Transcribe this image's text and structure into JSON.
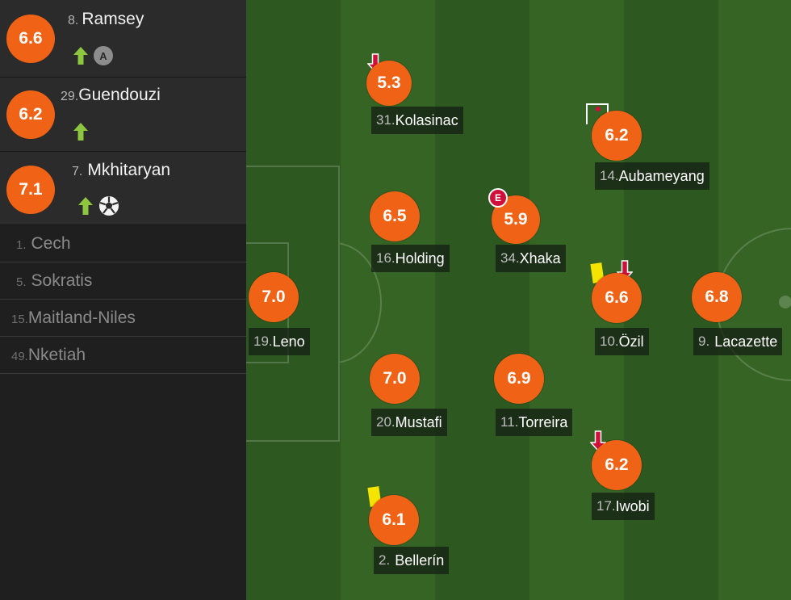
{
  "substitutes_in": [
    {
      "rating": "6.6",
      "number": "8.",
      "name": "Ramsey",
      "events": [
        "sub-on-icon",
        "assist-icon"
      ],
      "assist_letter": "A"
    },
    {
      "rating": "6.2",
      "number": "29.",
      "name": "Guendouzi",
      "events": [
        "sub-on-icon"
      ]
    },
    {
      "rating": "7.1",
      "number": "7.",
      "name": "Mkhitaryan",
      "events": [
        "sub-on-icon",
        "goal-icon"
      ]
    }
  ],
  "bench": [
    {
      "number": "1.",
      "name": "Cech"
    },
    {
      "number": "5.",
      "name": "Sokratis"
    },
    {
      "number": "15.",
      "name": "Maitland-Niles"
    },
    {
      "number": "49.",
      "name": "Nketiah"
    }
  ],
  "players": [
    {
      "rating": "7.0",
      "number": "19.",
      "name": "Leno"
    },
    {
      "rating": "5.3",
      "number": "31.",
      "name": "Kolasinac",
      "events": [
        "sub-off-icon"
      ]
    },
    {
      "rating": "6.5",
      "number": "16.",
      "name": "Holding"
    },
    {
      "rating": "7.0",
      "number": "20.",
      "name": "Mustafi"
    },
    {
      "rating": "6.1",
      "number": "2.",
      "name": "Bellerín",
      "events": [
        "yellow-card-icon"
      ]
    },
    {
      "rating": "5.9",
      "number": "34.",
      "name": "Xhaka",
      "events": [
        "own-goal-icon"
      ],
      "own_goal_letter": "E"
    },
    {
      "rating": "6.9",
      "number": "11.",
      "name": "Torreira"
    },
    {
      "rating": "6.2",
      "number": "14.",
      "name": "Aubameyang",
      "events": [
        "goal-post-icon"
      ]
    },
    {
      "rating": "6.6",
      "number": "10.",
      "name": "Özil",
      "events": [
        "yellow-card-icon",
        "sub-off-icon"
      ]
    },
    {
      "rating": "6.2",
      "number": "17.",
      "name": "Iwobi",
      "events": [
        "sub-off-icon"
      ]
    },
    {
      "rating": "6.8",
      "number": "9.",
      "name": "Lacazette"
    }
  ],
  "colors": {
    "rating_badge": "#f06215",
    "sub_on_arrow": "#8dc63f",
    "sub_off_arrow": "#d0103a",
    "yellow_card": "#f5e400",
    "pitch_dark": "#2f5a20",
    "pitch_light": "#376826"
  }
}
